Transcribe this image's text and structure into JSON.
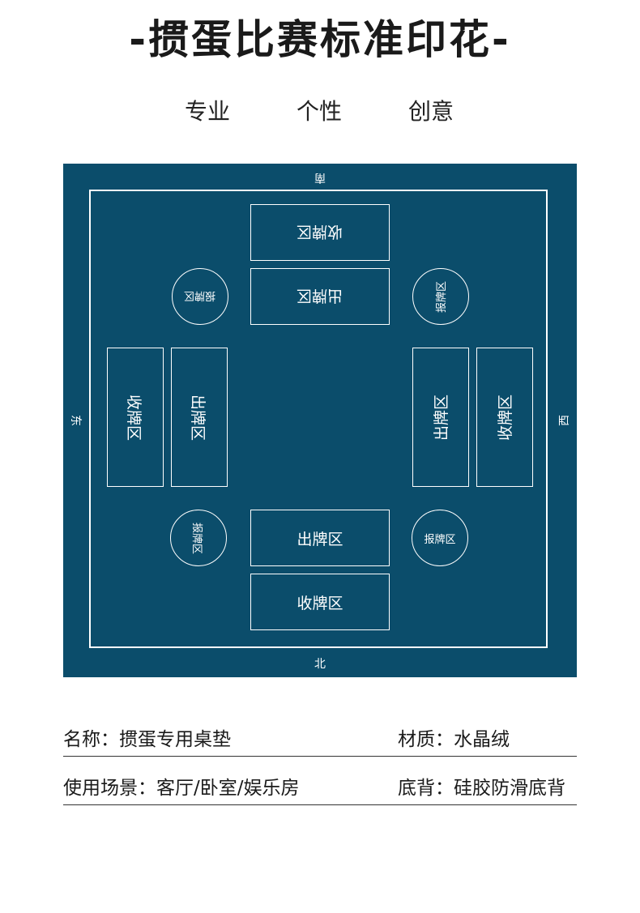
{
  "title": "-掼蛋比赛标准印花-",
  "taglines": [
    "专业",
    "个性",
    "创意"
  ],
  "mat": {
    "colors": {
      "background": "#0b4d6b",
      "lines": "#ffffff"
    },
    "directions": {
      "south": "南",
      "north": "北",
      "east": "东",
      "west": "西"
    },
    "zones": {
      "top_collect": "收牌区",
      "top_play": "出牌区",
      "bottom_play": "出牌区",
      "bottom_collect": "收牌区",
      "left_collect": "收牌区",
      "left_play": "出牌区",
      "right_play": "出牌区",
      "right_collect": "收牌区"
    },
    "report_zones": {
      "top_left": "报牌区",
      "top_right": "报牌区",
      "bottom_left": "报牌区",
      "bottom_right": "报牌区"
    }
  },
  "info": {
    "name": "名称：掼蛋专用桌垫",
    "material": "材质：水晶绒",
    "scene": "使用场景：客厅/卧室/娱乐房",
    "backing": "底背：硅胶防滑底背"
  }
}
